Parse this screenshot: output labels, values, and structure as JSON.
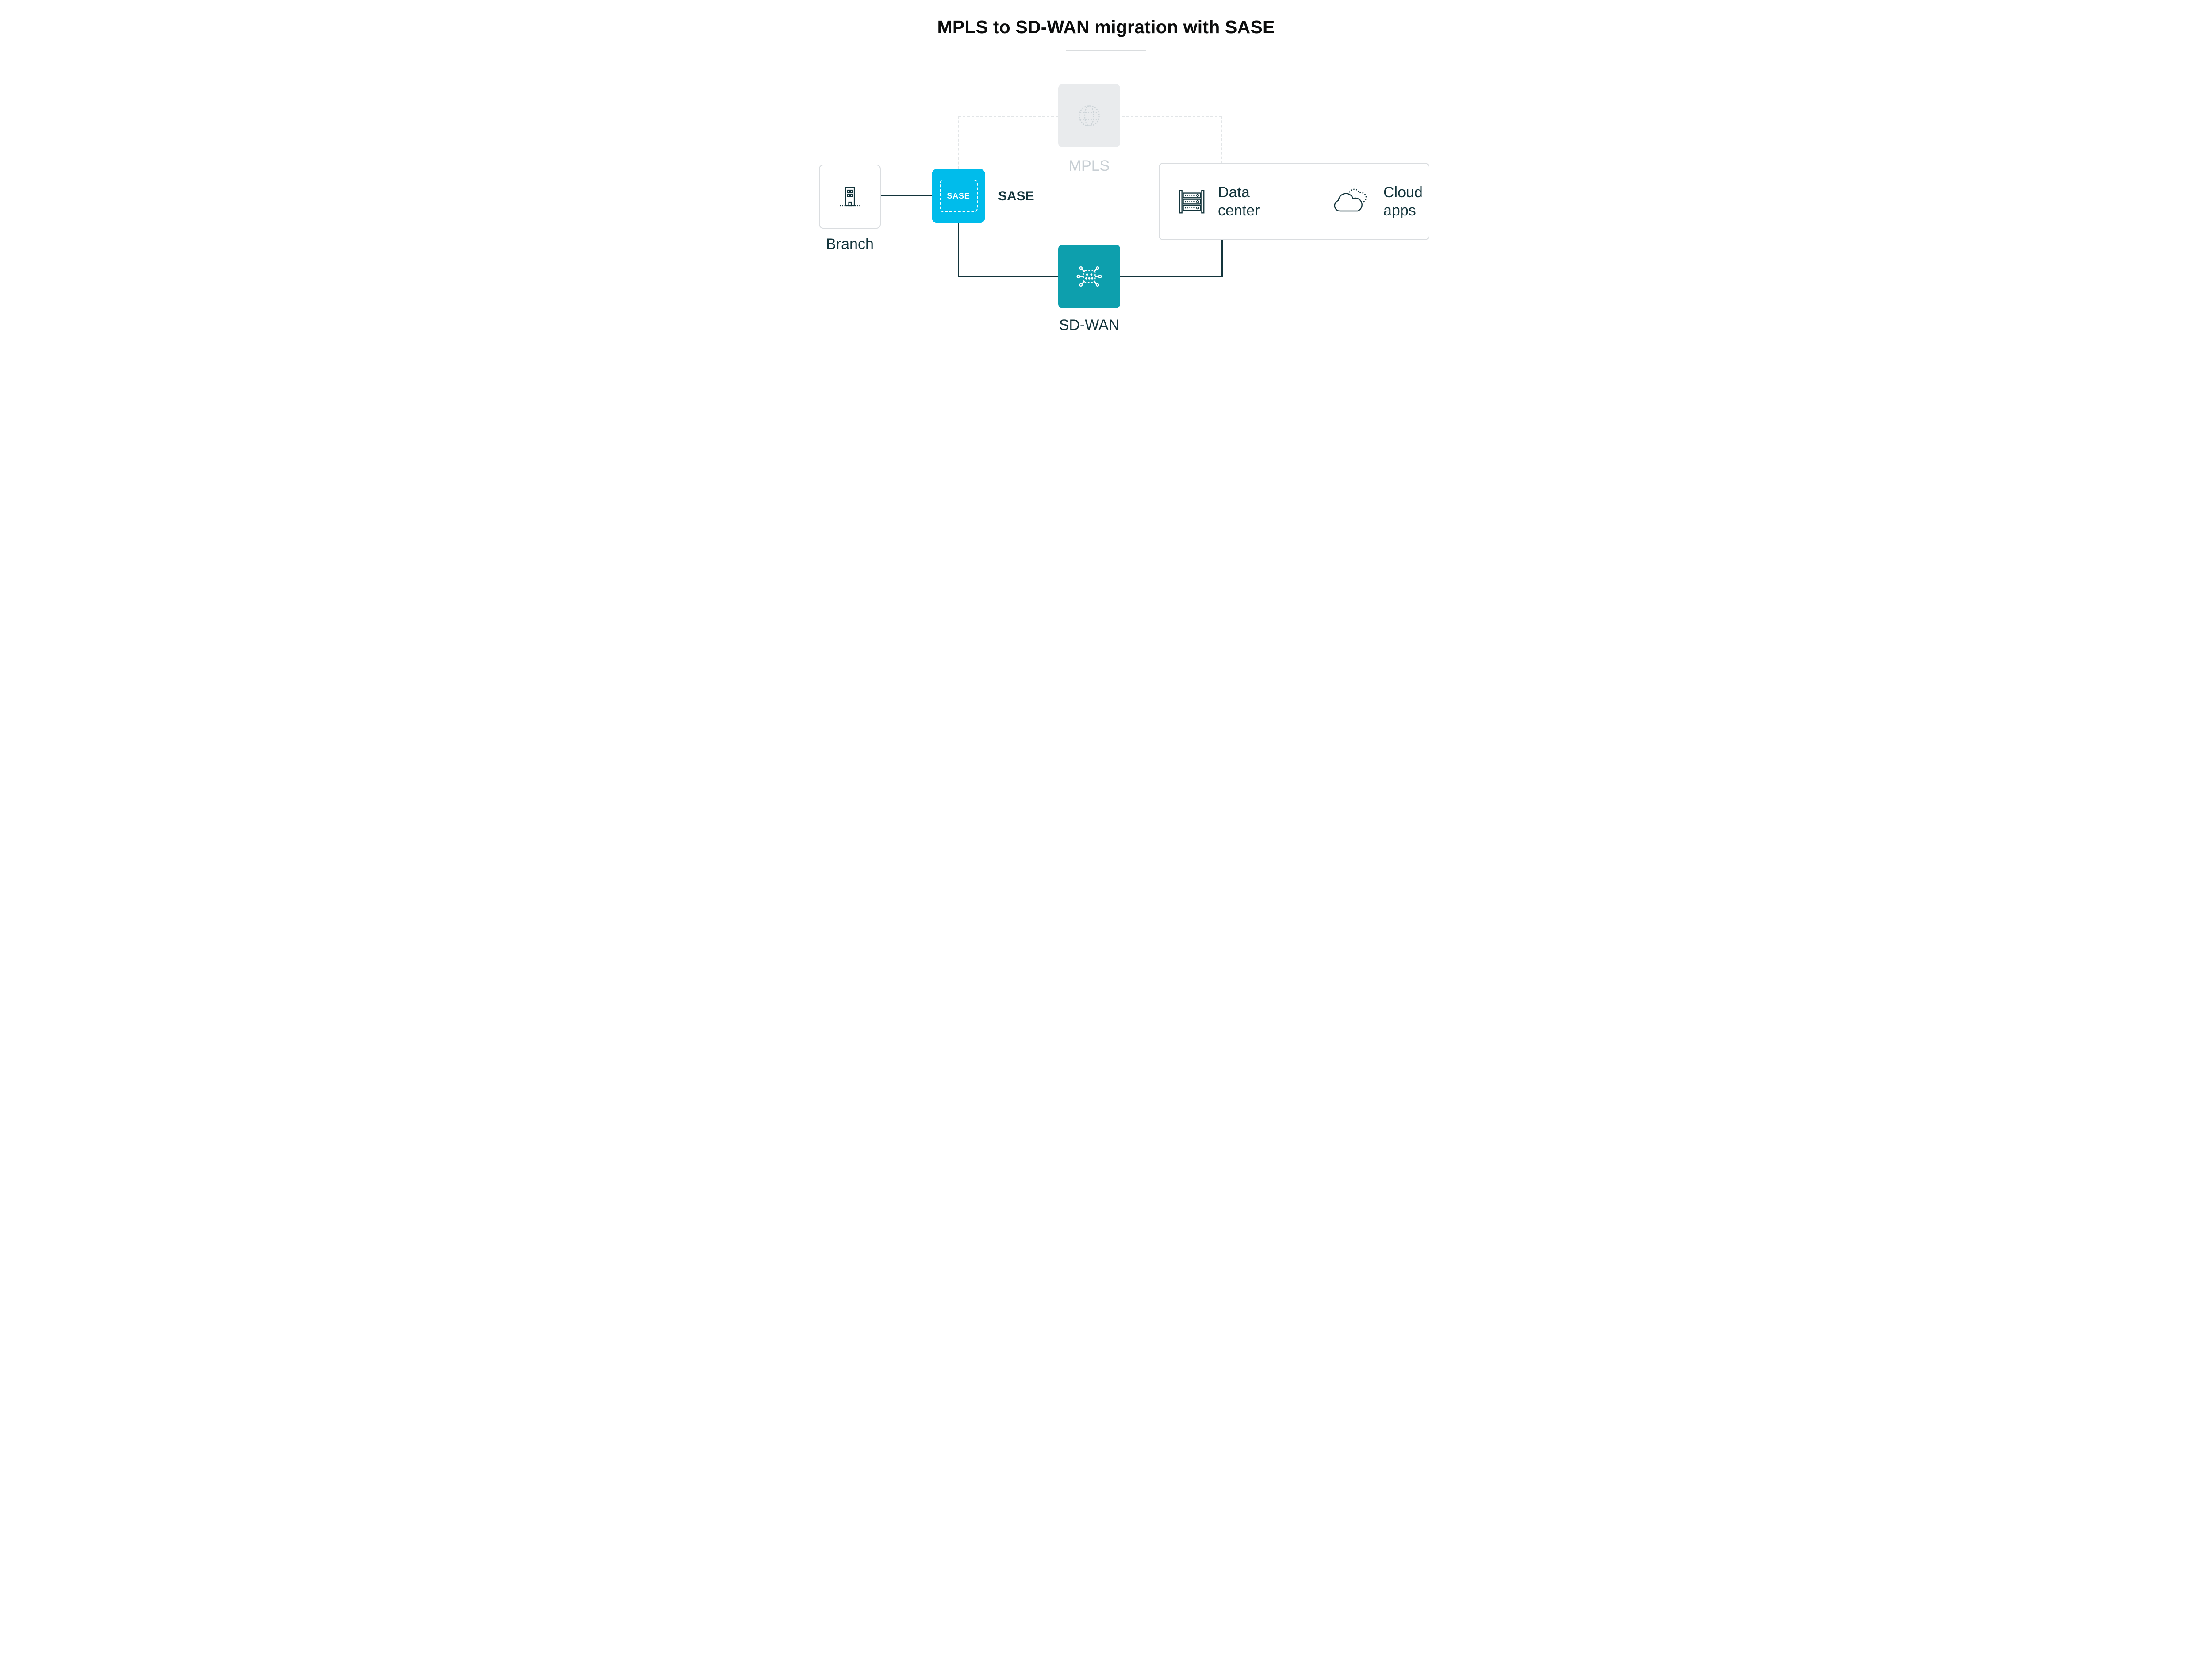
{
  "title": "MPLS to SD-WAN migration with SASE",
  "colors": {
    "accent_cyan": "#00bceb",
    "accent_teal": "#0d9fad",
    "line_dark": "#13343b",
    "title_text": "#0c0d0d",
    "inactive_gray": "#e9ebed",
    "inactive_icon": "#ccd3d7",
    "inactive_text": "#c8cfd4",
    "dashed_line": "#e2e5e7",
    "border_gray": "#dadde0",
    "divider_gray": "#d9dcde"
  },
  "nodes": {
    "branch": {
      "label": "Branch"
    },
    "sase": {
      "badge": "SASE",
      "label": "SASE"
    },
    "mpls": {
      "label": "MPLS"
    },
    "sdwan": {
      "label": "SD-WAN"
    },
    "datacenter": {
      "label": "Data center"
    },
    "cloudapps": {
      "label": "Cloud apps"
    }
  }
}
